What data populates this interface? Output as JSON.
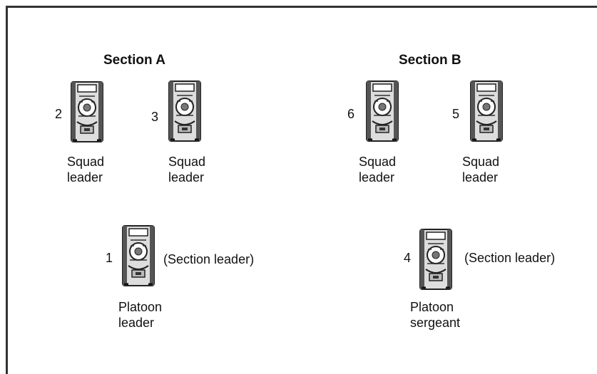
{
  "sections": {
    "a": {
      "title": "Section A"
    },
    "b": {
      "title": "Section B"
    }
  },
  "vehicles": {
    "v1": {
      "number": "1",
      "line1": "Platoon",
      "line2": "leader",
      "note": "(Section leader)"
    },
    "v2": {
      "number": "2",
      "line1": "Squad",
      "line2": "leader"
    },
    "v3": {
      "number": "3",
      "line1": "Squad",
      "line2": "leader"
    },
    "v4": {
      "number": "4",
      "line1": "Platoon",
      "line2": "sergeant",
      "note": "(Section leader)"
    },
    "v5": {
      "number": "5",
      "line1": "Squad",
      "line2": "leader"
    },
    "v6": {
      "number": "6",
      "line1": "Squad",
      "line2": "leader"
    }
  },
  "icons": {
    "vehicle": "armored-vehicle-top-view-icon"
  }
}
